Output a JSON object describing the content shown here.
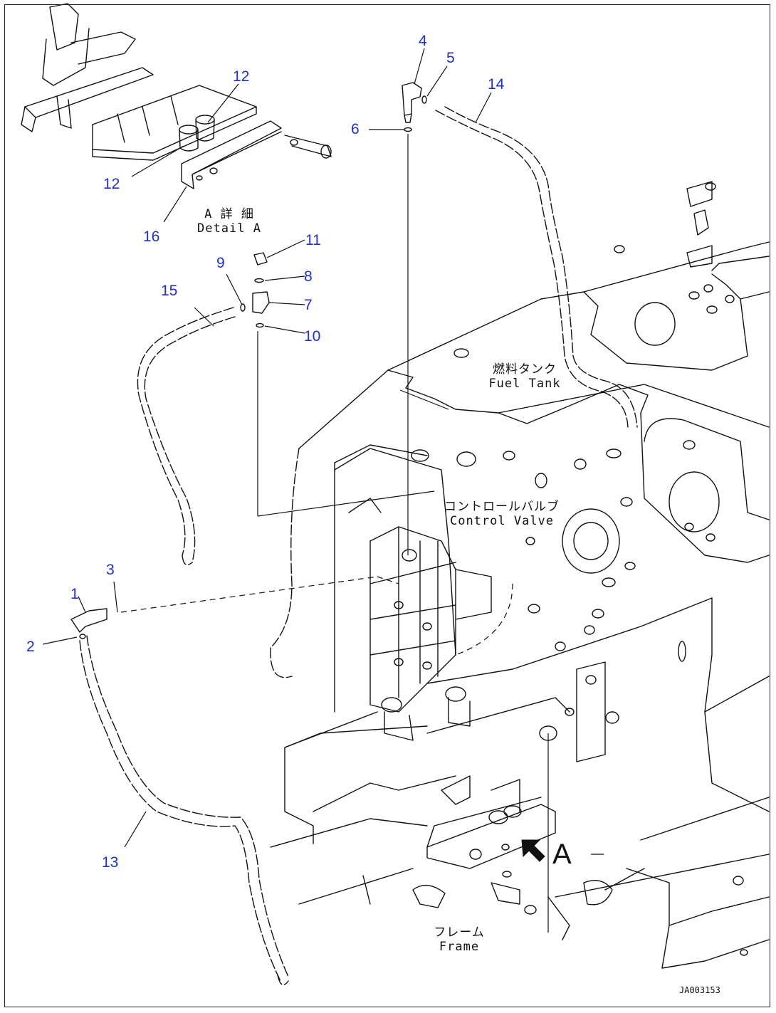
{
  "callouts": [
    {
      "id": "1",
      "text": "1"
    },
    {
      "id": "2",
      "text": "2"
    },
    {
      "id": "3",
      "text": "3"
    },
    {
      "id": "4",
      "text": "4"
    },
    {
      "id": "5",
      "text": "5"
    },
    {
      "id": "6",
      "text": "6"
    },
    {
      "id": "7",
      "text": "7"
    },
    {
      "id": "8",
      "text": "8"
    },
    {
      "id": "9",
      "text": "9"
    },
    {
      "id": "10",
      "text": "10"
    },
    {
      "id": "11",
      "text": "11"
    },
    {
      "id": "12a",
      "text": "12"
    },
    {
      "id": "12b",
      "text": "12"
    },
    {
      "id": "13",
      "text": "13"
    },
    {
      "id": "14",
      "text": "14"
    },
    {
      "id": "15",
      "text": "15"
    },
    {
      "id": "16",
      "text": "16"
    }
  ],
  "labels": {
    "detail_a_jp": "A 詳 細",
    "detail_a_en": "Detail A",
    "fuel_tank_jp": "燃料タンク",
    "fuel_tank_en": "Fuel Tank",
    "control_valve_jp": "コントロールバルブ",
    "control_valve_en": "Control Valve",
    "frame_jp": "フレーム",
    "frame_en": "Frame",
    "view_a": "A",
    "drawing_code": "JA003153"
  },
  "colors": {
    "callout": "#1f2fd6",
    "linework": "#111111",
    "background": "#ffffff"
  }
}
